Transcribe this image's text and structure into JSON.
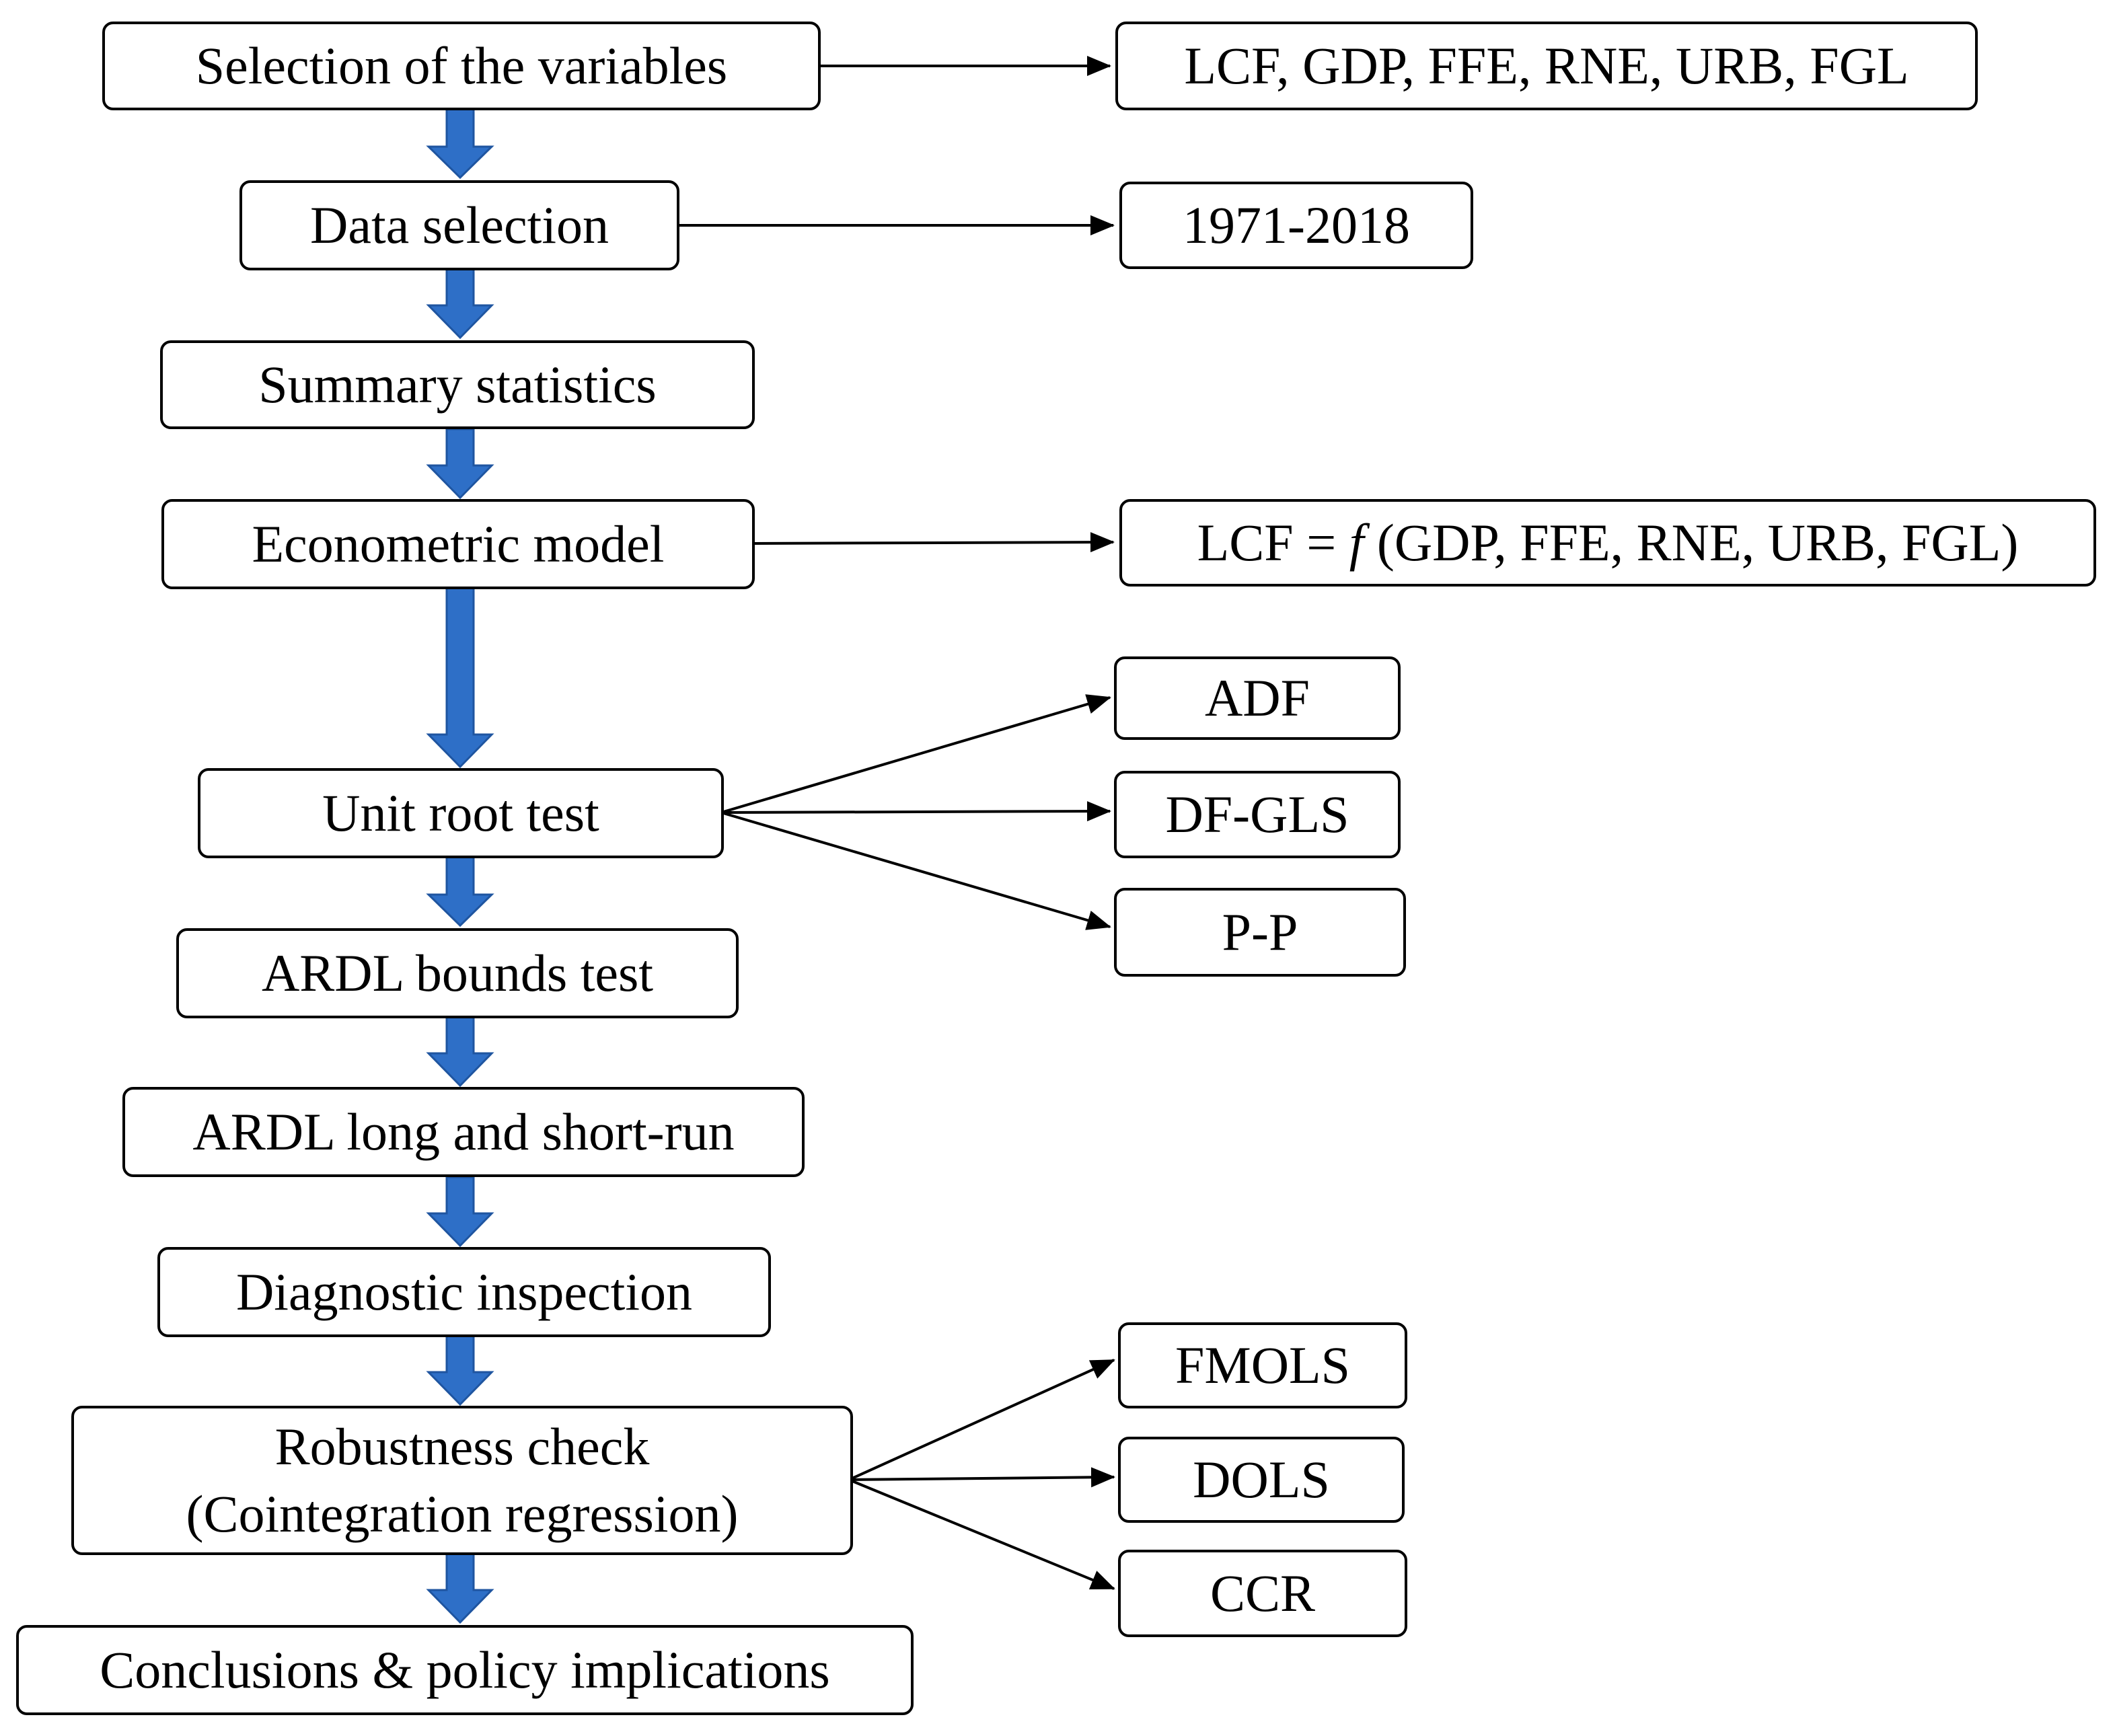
{
  "colors": {
    "flow_arrow": "#2E6FC7",
    "flow_arrow_edge": "#1F55A0",
    "stroke": "#000000"
  },
  "steps": {
    "variables": "Selection of the variables",
    "data": "Data selection",
    "summary": "Summary statistics",
    "model": "Econometric model",
    "unit_root": "Unit root test",
    "bounds": "ARDL bounds test",
    "long_short": "ARDL long and short-run",
    "diagnostic": "Diagnostic inspection",
    "robust_line1": "Robustness check",
    "robust_line2": "(Cointegration regression)",
    "conclusions": "Conclusions & policy implications"
  },
  "details": {
    "variables_list": "LCF, GDP, FFE, RNE, URB, FGL",
    "period": "1971-2018",
    "model_lhs": "LCF = ",
    "model_f": "f",
    "model_rhs": " (GDP, FFE, RNE, URB, FGL)",
    "unit_root_tests": [
      "ADF",
      "DF-GLS",
      "P-P"
    ],
    "cointegration_methods": [
      "FMOLS",
      "DOLS",
      "CCR"
    ]
  }
}
